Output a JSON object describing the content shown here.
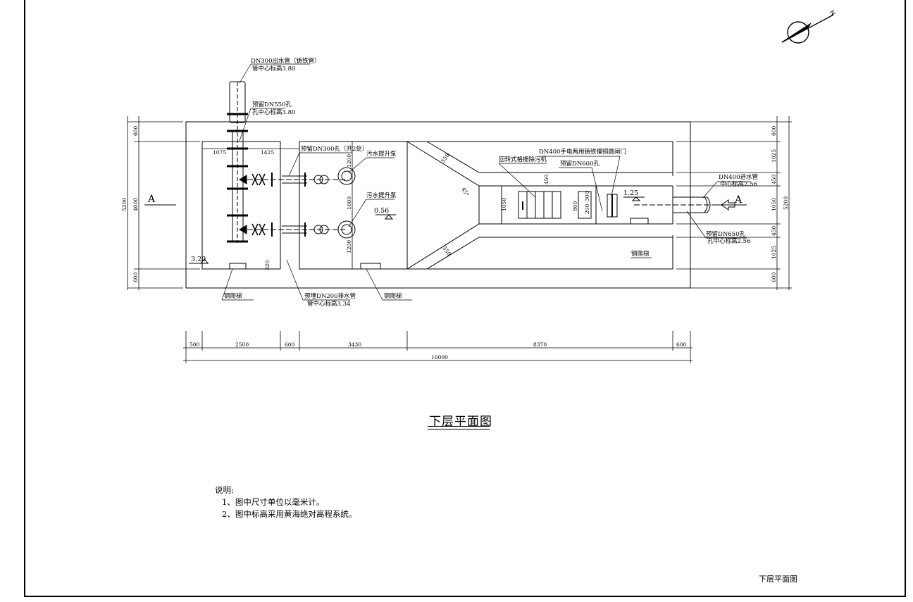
{
  "drawing": {
    "title": "下层平面图",
    "corner_title": "下层平面图",
    "section_mark": "A",
    "notes": {
      "heading": "说明:",
      "items": [
        "1、图中尺寸单位以毫米计。",
        "2、图中标高采用黄海绝对高程系统。"
      ]
    },
    "labels": {
      "outlet_pipe": "DN300出水管（铸铁管）",
      "outlet_elev": "管中心标高3.80",
      "reserved_550": "预留DN550孔",
      "reserved_550_elev": "孔中心标高3.80",
      "reserved_300": "预留DN300孔（共2处）",
      "pump_1": "污水提升泵",
      "pump_2": "污水提升泵",
      "gate": "DN400手电两用铸铁镶铜圆闸门",
      "screen": "回转式格栅除污机",
      "reserved_600": "预留DN600孔",
      "inlet_pipe": "DN400进水管",
      "inlet_elev": "中心标高2.56",
      "reserved_650": "预留DN650孔",
      "reserved_650_elev": "孔中心标高2.56",
      "ladder_1": "钢爬梯",
      "ladder_2": "钢爬梯",
      "ladder_3": "钢爬梯",
      "drain_pipe": "预埋DN200排水管",
      "drain_elev": "管中心标高3.34",
      "elev_320": "3.20",
      "elev_056": "0.56",
      "elev_125": "1.25"
    },
    "dims_bottom": [
      "500",
      "2500",
      "600",
      "3430",
      "8370",
      "600"
    ],
    "dims_total": "16000",
    "dims_left": [
      "600",
      "4000",
      "600"
    ],
    "dims_left_total": "5200",
    "dims_right": [
      "600",
      "1025",
      "450",
      "1050",
      "450",
      "1025",
      "600"
    ],
    "dims_right_total": "5200",
    "dims_inner": {
      "d1075": "1075",
      "d1425": "1425",
      "d1200a": "1200",
      "d1600": "1600",
      "d1200b": "1200",
      "d550a": "550",
      "d550b": "550",
      "d45": "45°",
      "d450": "450",
      "d1050": "1050",
      "d800": "800",
      "d300": "300",
      "d200": "200",
      "d320": "320"
    }
  }
}
